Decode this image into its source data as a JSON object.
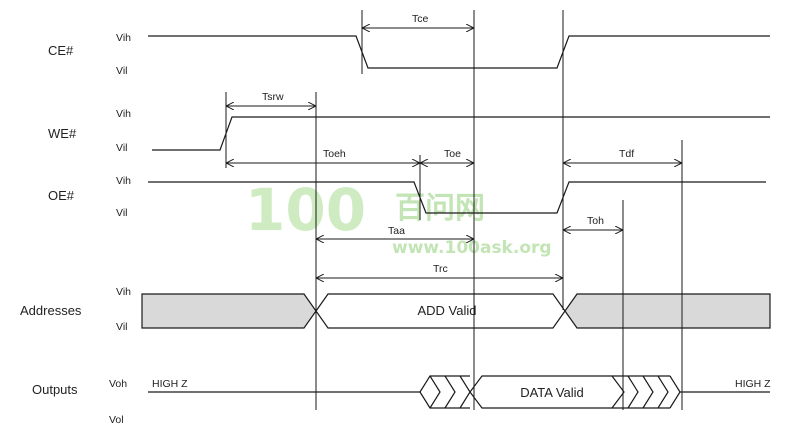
{
  "signals": {
    "ce": "CE#",
    "we": "WE#",
    "oe": "OE#",
    "addresses": "Addresses",
    "outputs": "Outputs"
  },
  "levels": {
    "vih": "Vih",
    "vil": "Vil",
    "voh": "Voh",
    "vol": "Vol"
  },
  "timings": {
    "tce": "Tce",
    "tsrw": "Tsrw",
    "toeh": "Toeh",
    "toe": "Toe",
    "tdf": "Tdf",
    "taa": "Taa",
    "toh": "Toh",
    "trc": "Trc"
  },
  "bus_labels": {
    "add_valid": "ADD Valid",
    "data_valid": "DATA Valid",
    "high_z_left": "HIGH Z",
    "high_z_right": "HIGH Z"
  },
  "watermark": {
    "digits": "100",
    "chinese": "百问网",
    "url": "www.100ask.org"
  },
  "colors": {
    "line": "#1a1a1a",
    "bus_fill": "#d9d9d9",
    "watermark": "#b9e0a8"
  }
}
